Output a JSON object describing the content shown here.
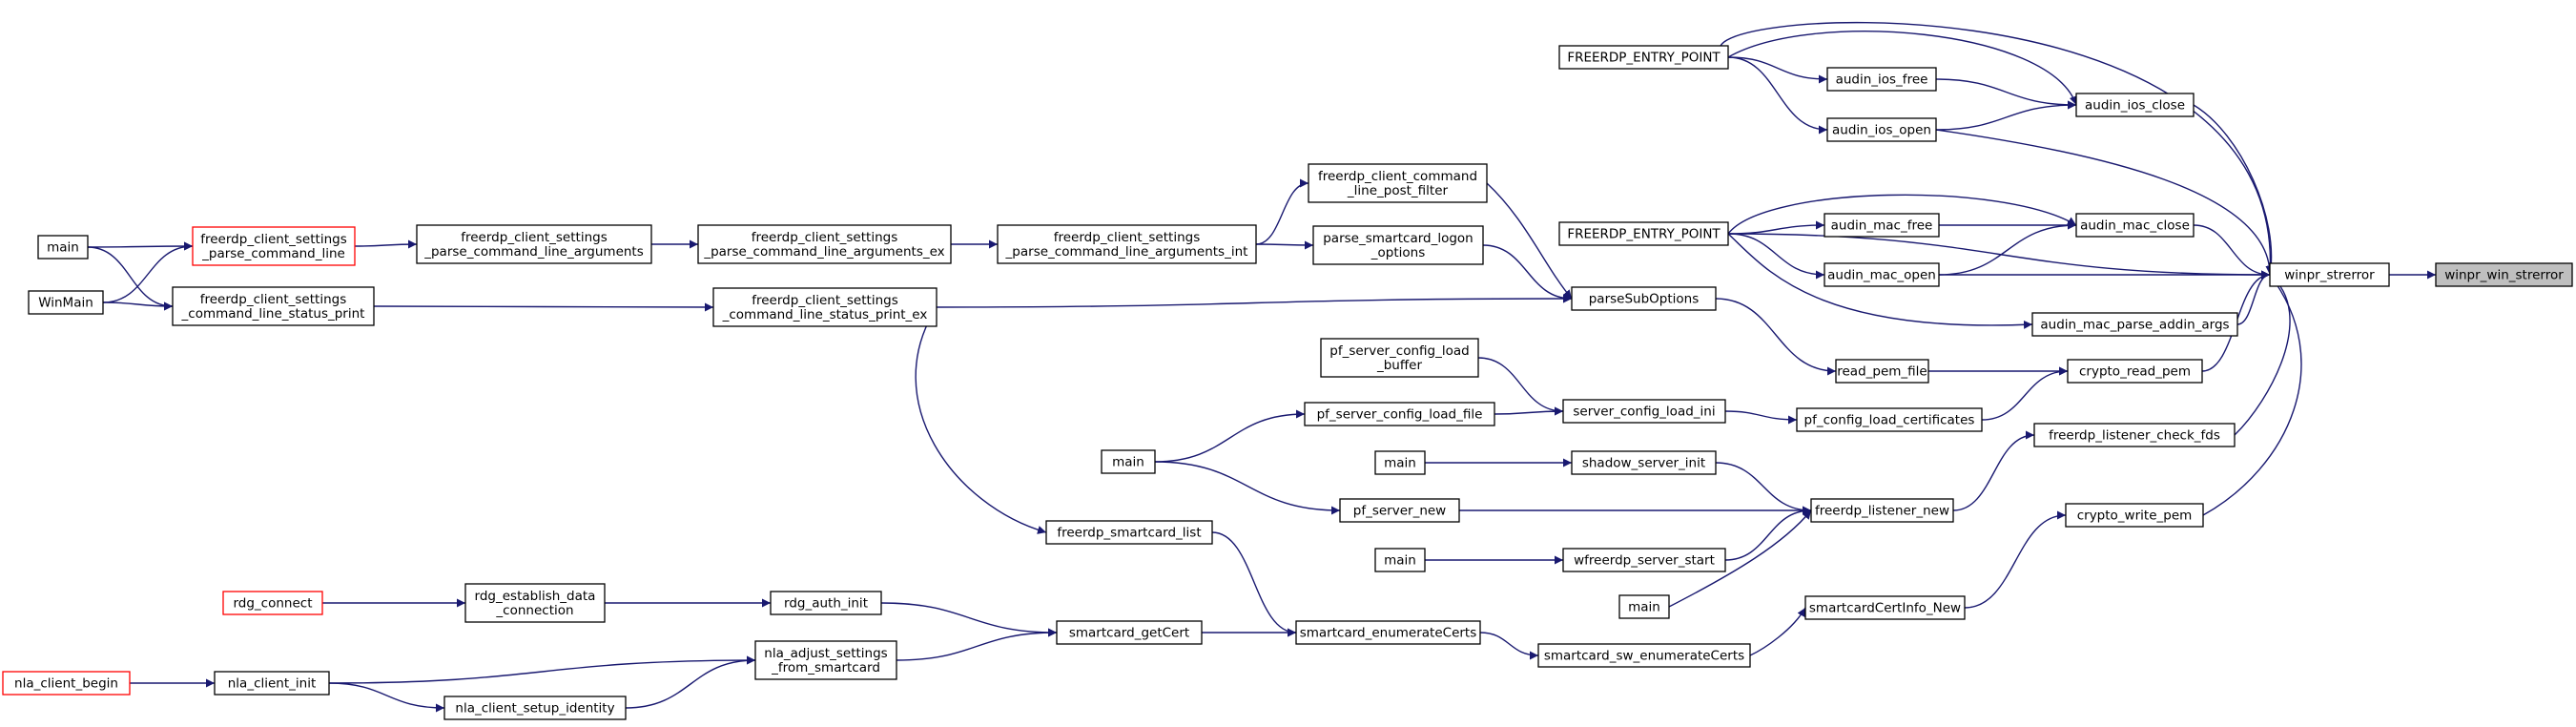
{
  "colors": {
    "edge": "#191970",
    "node_border": "#000000",
    "incomplete_border": "#ff0000",
    "highlight_fill": "#bfbfbf"
  },
  "nodes": {
    "winpr_win_strerror": {
      "lines": [
        "winpr_win_strerror"
      ],
      "style": "highlight"
    },
    "winpr_strerror": {
      "lines": [
        "winpr_strerror"
      ]
    },
    "audin_ios_close": {
      "lines": [
        "audin_ios_close"
      ]
    },
    "audin_mac_close": {
      "lines": [
        "audin_mac_close"
      ]
    },
    "audin_mac_parse_addin_args": {
      "lines": [
        "audin_mac_parse_addin_args"
      ]
    },
    "crypto_read_pem": {
      "lines": [
        "crypto_read_pem"
      ]
    },
    "freerdp_listener_check_fds": {
      "lines": [
        "freerdp_listener_check_fds"
      ]
    },
    "crypto_write_pem": {
      "lines": [
        "crypto_write_pem"
      ]
    },
    "fep_ios": {
      "lines": [
        "FREERDP_ENTRY_POINT"
      ]
    },
    "audin_ios_free": {
      "lines": [
        "audin_ios_free"
      ]
    },
    "audin_ios_open": {
      "lines": [
        "audin_ios_open"
      ]
    },
    "fep_mac": {
      "lines": [
        "FREERDP_ENTRY_POINT"
      ]
    },
    "audin_mac_free": {
      "lines": [
        "audin_mac_free"
      ]
    },
    "audin_mac_open": {
      "lines": [
        "audin_mac_open"
      ]
    },
    "parseSubOptions": {
      "lines": [
        "parseSubOptions"
      ]
    },
    "read_pem_file": {
      "lines": [
        "read_pem_file"
      ]
    },
    "pf_config_load_certificates": {
      "lines": [
        "pf_config_load_certificates"
      ]
    },
    "server_config_load_ini": {
      "lines": [
        "server_config_load_ini"
      ]
    },
    "freerdp_listener_new": {
      "lines": [
        "freerdp_listener_new"
      ]
    },
    "shadow_server_init": {
      "lines": [
        "shadow_server_init"
      ]
    },
    "wfreerdp_server_start": {
      "lines": [
        "wfreerdp_server_start"
      ]
    },
    "main_shadow": {
      "lines": [
        "main"
      ]
    },
    "main_wf": {
      "lines": [
        "main"
      ]
    },
    "main_listener": {
      "lines": [
        "main"
      ]
    },
    "pf_server_new": {
      "lines": [
        "pf_server_new"
      ]
    },
    "pf_server_config_load_file": {
      "lines": [
        "pf_server_config_load_file"
      ]
    },
    "pf_server_config_load_buffer": {
      "lines": [
        "pf_server_config_load",
        "_buffer"
      ]
    },
    "main_pf": {
      "lines": [
        "main"
      ]
    },
    "smartcardCertInfo_New": {
      "lines": [
        "smartcardCertInfo_New"
      ]
    },
    "smartcard_sw_enumerateCerts": {
      "lines": [
        "smartcard_sw_enumerateCerts"
      ]
    },
    "smartcard_enumerateCerts": {
      "lines": [
        "smartcard_enumerateCerts"
      ]
    },
    "freerdp_smartcard_list": {
      "lines": [
        "freerdp_smartcard_list"
      ]
    },
    "smartcard_getCert": {
      "lines": [
        "smartcard_getCert"
      ]
    },
    "rdg_auth_init": {
      "lines": [
        "rdg_auth_init"
      ]
    },
    "rdg_establish_data_connection": {
      "lines": [
        "rdg_establish_data",
        "_connection"
      ]
    },
    "rdg_connect": {
      "lines": [
        "rdg_connect"
      ],
      "style": "incomplete"
    },
    "nla_adjust_settings_from_smartcard": {
      "lines": [
        "nla_adjust_settings",
        "_from_smartcard"
      ]
    },
    "nla_client_init": {
      "lines": [
        "nla_client_init"
      ]
    },
    "nla_client_setup_identity": {
      "lines": [
        "nla_client_setup_identity"
      ]
    },
    "nla_client_begin": {
      "lines": [
        "nla_client_begin"
      ],
      "style": "incomplete"
    },
    "freerdp_client_command_line_post_filter": {
      "lines": [
        "freerdp_client_command",
        "_line_post_filter"
      ]
    },
    "parse_smartcard_logon_options": {
      "lines": [
        "parse_smartcard_logon",
        "_options"
      ]
    },
    "freerdp_client_settings_parse_command_line_arguments_int": {
      "lines": [
        "freerdp_client_settings",
        "_parse_command_line_arguments_int"
      ]
    },
    "freerdp_client_settings_parse_command_line_arguments_ex": {
      "lines": [
        "freerdp_client_settings",
        "_parse_command_line_arguments_ex"
      ]
    },
    "freerdp_client_settings_parse_command_line_arguments": {
      "lines": [
        "freerdp_client_settings",
        "_parse_command_line_arguments"
      ]
    },
    "freerdp_client_settings_parse_command_line": {
      "lines": [
        "freerdp_client_settings",
        "_parse_command_line"
      ],
      "style": "incomplete"
    },
    "main_cli": {
      "lines": [
        "main"
      ]
    },
    "WinMain": {
      "lines": [
        "WinMain"
      ]
    },
    "freerdp_client_settings_command_line_status_print": {
      "lines": [
        "freerdp_client_settings",
        "_command_line_status_print"
      ]
    },
    "freerdp_client_settings_command_line_status_print_ex": {
      "lines": [
        "freerdp_client_settings",
        "_command_line_status_print_ex"
      ]
    }
  },
  "edges": [
    [
      "winpr_strerror",
      "winpr_win_strerror"
    ],
    [
      "audin_ios_close",
      "winpr_strerror"
    ],
    [
      "audin_mac_close",
      "winpr_strerror"
    ],
    [
      "audin_mac_parse_addin_args",
      "winpr_strerror"
    ],
    [
      "crypto_read_pem",
      "winpr_strerror"
    ],
    [
      "freerdp_listener_check_fds",
      "winpr_strerror"
    ],
    [
      "crypto_write_pem",
      "winpr_strerror"
    ],
    [
      "fep_ios",
      "winpr_strerror"
    ],
    [
      "audin_ios_open",
      "winpr_strerror"
    ],
    [
      "fep_mac",
      "winpr_strerror"
    ],
    [
      "audin_mac_open",
      "winpr_strerror"
    ],
    [
      "audin_ios_free",
      "audin_ios_close"
    ],
    [
      "audin_ios_open",
      "audin_ios_close"
    ],
    [
      "fep_ios",
      "audin_ios_close"
    ],
    [
      "fep_ios",
      "audin_ios_free"
    ],
    [
      "fep_ios",
      "audin_ios_open"
    ],
    [
      "audin_mac_free",
      "audin_mac_close"
    ],
    [
      "audin_mac_open",
      "audin_mac_close"
    ],
    [
      "fep_mac",
      "audin_mac_close"
    ],
    [
      "fep_mac",
      "audin_mac_free"
    ],
    [
      "fep_mac",
      "audin_mac_open"
    ],
    [
      "fep_mac",
      "audin_mac_parse_addin_args"
    ],
    [
      "read_pem_file",
      "crypto_read_pem"
    ],
    [
      "pf_config_load_certificates",
      "crypto_read_pem"
    ],
    [
      "parseSubOptions",
      "read_pem_file"
    ],
    [
      "server_config_load_ini",
      "pf_config_load_certificates"
    ],
    [
      "pf_server_config_load_buffer",
      "server_config_load_ini"
    ],
    [
      "pf_server_config_load_file",
      "server_config_load_ini"
    ],
    [
      "main_pf",
      "pf_server_config_load_file"
    ],
    [
      "main_pf",
      "pf_server_new"
    ],
    [
      "freerdp_listener_new",
      "freerdp_listener_check_fds"
    ],
    [
      "shadow_server_init",
      "freerdp_listener_new"
    ],
    [
      "pf_server_new",
      "freerdp_listener_new"
    ],
    [
      "wfreerdp_server_start",
      "freerdp_listener_new"
    ],
    [
      "main_listener",
      "freerdp_listener_new"
    ],
    [
      "main_shadow",
      "shadow_server_init"
    ],
    [
      "main_wf",
      "wfreerdp_server_start"
    ],
    [
      "smartcardCertInfo_New",
      "crypto_write_pem"
    ],
    [
      "smartcard_sw_enumerateCerts",
      "smartcardCertInfo_New"
    ],
    [
      "smartcard_enumerateCerts",
      "smartcard_sw_enumerateCerts"
    ],
    [
      "freerdp_smartcard_list",
      "smartcard_enumerateCerts"
    ],
    [
      "smartcard_getCert",
      "smartcard_enumerateCerts"
    ],
    [
      "rdg_auth_init",
      "smartcard_getCert"
    ],
    [
      "nla_adjust_settings_from_smartcard",
      "smartcard_getCert"
    ],
    [
      "rdg_establish_data_connection",
      "rdg_auth_init"
    ],
    [
      "rdg_connect",
      "rdg_establish_data_connection"
    ],
    [
      "nla_client_init",
      "nla_adjust_settings_from_smartcard"
    ],
    [
      "nla_client_setup_identity",
      "nla_adjust_settings_from_smartcard"
    ],
    [
      "nla_client_init",
      "nla_client_setup_identity"
    ],
    [
      "nla_client_begin",
      "nla_client_init"
    ],
    [
      "freerdp_client_command_line_post_filter",
      "parseSubOptions"
    ],
    [
      "parse_smartcard_logon_options",
      "parseSubOptions"
    ],
    [
      "freerdp_client_settings_command_line_status_print_ex",
      "parseSubOptions"
    ],
    [
      "freerdp_client_settings_parse_command_line_arguments_int",
      "freerdp_client_command_line_post_filter"
    ],
    [
      "freerdp_client_settings_parse_command_line_arguments_int",
      "parse_smartcard_logon_options"
    ],
    [
      "freerdp_client_settings_parse_command_line_arguments_ex",
      "freerdp_client_settings_parse_command_line_arguments_int"
    ],
    [
      "freerdp_client_settings_parse_command_line_arguments",
      "freerdp_client_settings_parse_command_line_arguments_ex"
    ],
    [
      "freerdp_client_settings_parse_command_line",
      "freerdp_client_settings_parse_command_line_arguments"
    ],
    [
      "main_cli",
      "freerdp_client_settings_parse_command_line"
    ],
    [
      "WinMain",
      "freerdp_client_settings_parse_command_line"
    ],
    [
      "main_cli",
      "freerdp_client_settings_command_line_status_print"
    ],
    [
      "WinMain",
      "freerdp_client_settings_command_line_status_print"
    ],
    [
      "freerdp_client_settings_command_line_status_print",
      "freerdp_client_settings_command_line_status_print_ex"
    ],
    [
      "freerdp_client_settings_command_line_status_print_ex",
      "freerdp_smartcard_list"
    ]
  ]
}
